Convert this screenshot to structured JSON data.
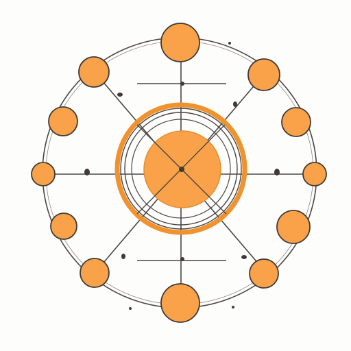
{
  "diagram": {
    "colors": {
      "background": "#fdfdfc",
      "node_fill": "#f9a24a",
      "node_stroke": "#3f3a36",
      "line": "#4a4642",
      "center_ring_fill": "#f7a54d",
      "center_ring_stroke": "#e58c2c"
    },
    "satellite_nodes": [
      {
        "id": "top"
      },
      {
        "id": "upper-right"
      },
      {
        "id": "right-upper"
      },
      {
        "id": "right"
      },
      {
        "id": "right-lower"
      },
      {
        "id": "lower-right"
      },
      {
        "id": "bottom"
      },
      {
        "id": "lower-left"
      },
      {
        "id": "left-lower"
      },
      {
        "id": "left"
      },
      {
        "id": "left-upper"
      },
      {
        "id": "upper-left"
      }
    ],
    "hub": {
      "rings": 4,
      "spokes": 4
    },
    "outer_ring": {
      "style": "double"
    }
  }
}
